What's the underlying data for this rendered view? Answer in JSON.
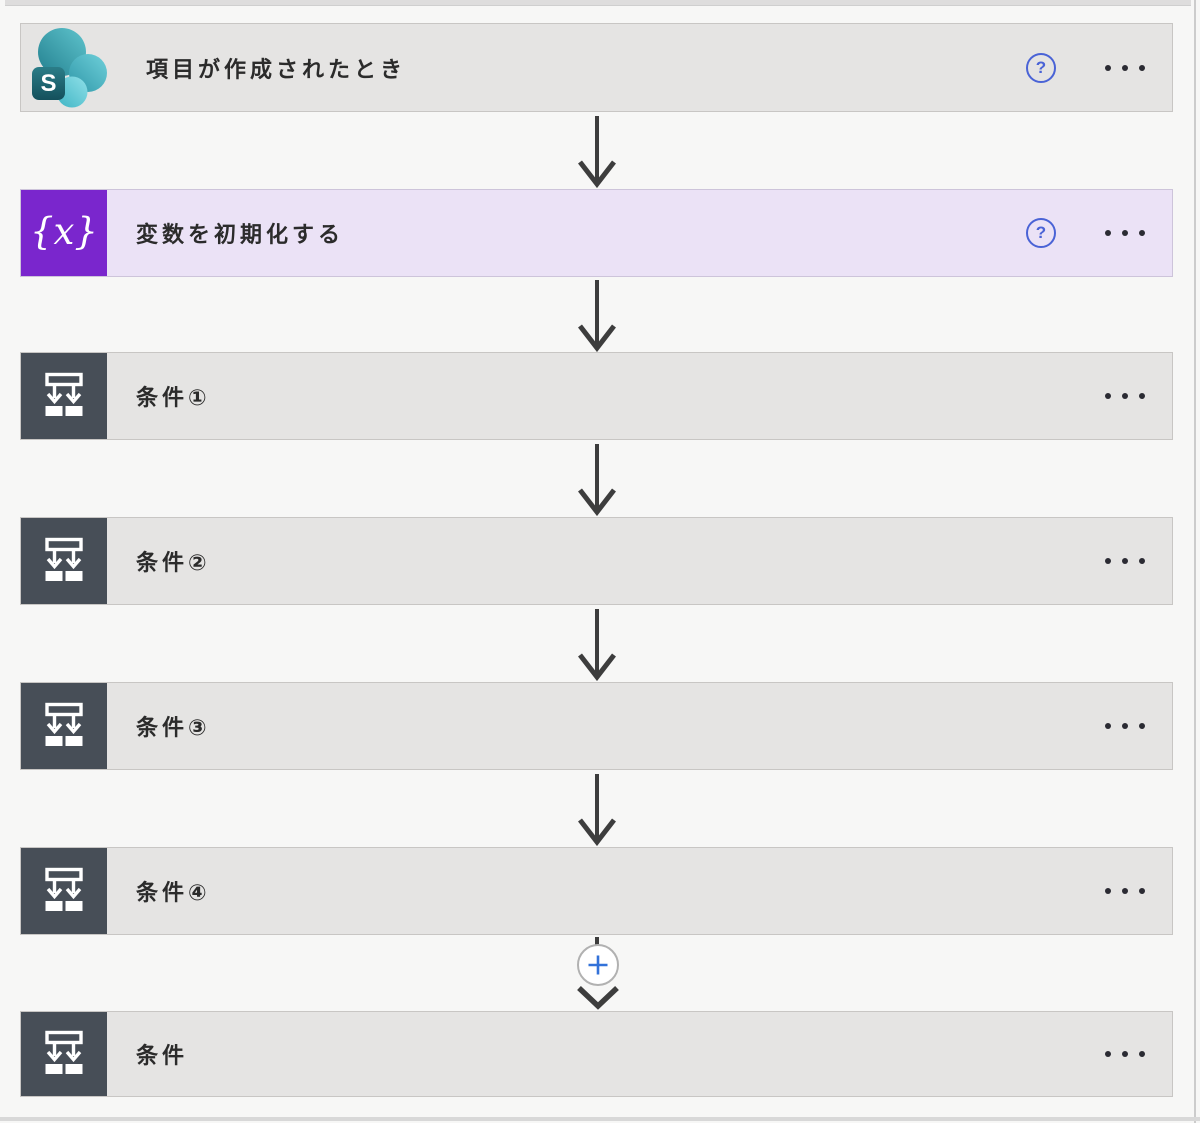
{
  "glyphs": {
    "help": "?",
    "variable": "{x}",
    "sharepoint_badge": "S"
  },
  "colors": {
    "canvas_bg": "#f7f7f6",
    "card_bg": "#e5e4e3",
    "card_border": "#c8c6c4",
    "variable_card_bg": "#ebe2f6",
    "variable_accent": "#7a26cd",
    "condition_accent": "#474e57",
    "arrow": "#3d3d3d",
    "help_blue": "#4a63d6",
    "plus_blue": "#3272d9",
    "dots": "#2b2b33",
    "text": "#2b2b2b",
    "sharepoint_teal_dark": "#23808f",
    "sharepoint_teal_mid": "#3fa9bc",
    "sharepoint_teal_light": "#4fc4d4",
    "sharepoint_tile": "#1a5f6a"
  },
  "flow": {
    "nodes": [
      {
        "label": "項目が作成されたとき",
        "type": "sharepoint-trigger",
        "icon": "sharepoint-icon",
        "help": true,
        "menu": true
      },
      {
        "label": "変数を初期化する",
        "type": "initialize-variable-action",
        "icon": "variable-braces-icon",
        "help": true,
        "menu": true
      },
      {
        "label": "条件①",
        "type": "condition-action",
        "icon": "condition-branch-icon",
        "menu": true
      },
      {
        "label": "条件②",
        "type": "condition-action",
        "icon": "condition-branch-icon",
        "menu": true
      },
      {
        "label": "条件③",
        "type": "condition-action",
        "icon": "condition-branch-icon",
        "menu": true
      },
      {
        "label": "条件④",
        "type": "condition-action",
        "icon": "condition-branch-icon",
        "menu": true
      },
      {
        "label": "条件",
        "type": "condition-action",
        "icon": "condition-branch-icon",
        "menu": true
      }
    ],
    "connectors": [
      {
        "from": 0,
        "to": 1,
        "type": "arrow"
      },
      {
        "from": 1,
        "to": 2,
        "type": "arrow"
      },
      {
        "from": 2,
        "to": 3,
        "type": "arrow"
      },
      {
        "from": 3,
        "to": 4,
        "type": "arrow"
      },
      {
        "from": 4,
        "to": 5,
        "type": "arrow"
      },
      {
        "from": 5,
        "to": 6,
        "type": "arrow-with-insert-button"
      }
    ],
    "insert_button": {
      "icon": "plus-icon"
    }
  }
}
